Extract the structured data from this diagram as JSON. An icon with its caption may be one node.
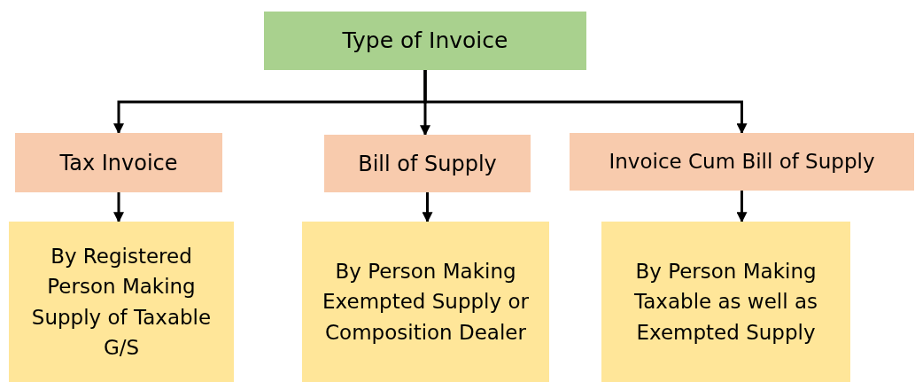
{
  "diagram": {
    "nodes": [
      {
        "text": [
          "Type of Invoice"
        ]
      },
      {
        "text": [
          "Tax Invoice"
        ]
      },
      {
        "text": [
          "Bill of Supply"
        ]
      },
      {
        "text": [
          "Invoice Cum Bill of Supply"
        ]
      },
      {
        "text": [
          "By Registered Person Making Supply of Taxable G/S"
        ]
      },
      {
        "text": [
          "By Person Making Exempted Supply or Composition Dealer"
        ]
      },
      {
        "text": [
          "By Person Making Taxable as well as Exempted Supply"
        ]
      }
    ],
    "edges": [
      {
        "from": 0,
        "to": 1,
        "arrow": "to"
      },
      {
        "from": 0,
        "to": 2,
        "arrow": "to"
      },
      {
        "from": 0,
        "to": 3,
        "arrow": "to"
      },
      {
        "from": 1,
        "to": 4,
        "arrow": "to"
      },
      {
        "from": 2,
        "to": 5,
        "arrow": "to"
      },
      {
        "from": 3,
        "to": 6,
        "arrow": "to"
      }
    ]
  }
}
